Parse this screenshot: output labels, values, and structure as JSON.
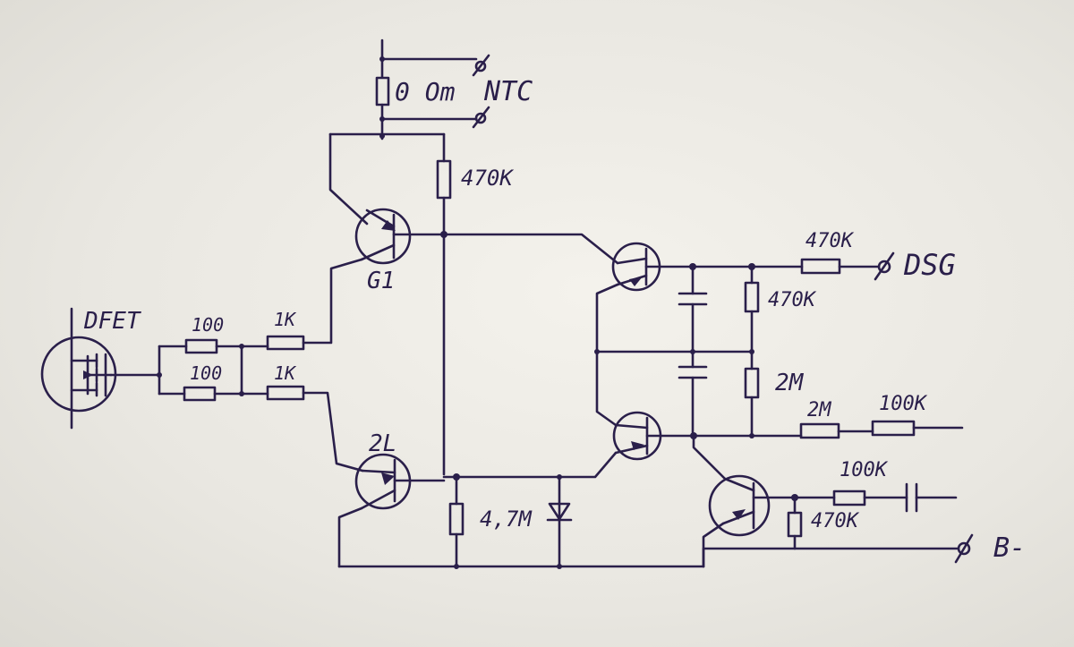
{
  "labels": {
    "zero_ohm": "0 Om",
    "ntc": "NTC",
    "r_470k_top": "470K",
    "q1": "G1",
    "q2": "2L",
    "dfet": "DFET",
    "r100_a": "100",
    "r100_b": "100",
    "r1k_a": "1K",
    "r1k_b": "1K",
    "r_470k_dsg": "470K",
    "dsg": "DSG",
    "r_470k_mid": "470K",
    "r_2m_mid": "2M",
    "r_2m_low": "2M",
    "r_100k_low": "100K",
    "r_47m": "4,7M",
    "r_100k_bot": "100K",
    "r_470k_bot": "470K",
    "b_minus": "B-"
  }
}
